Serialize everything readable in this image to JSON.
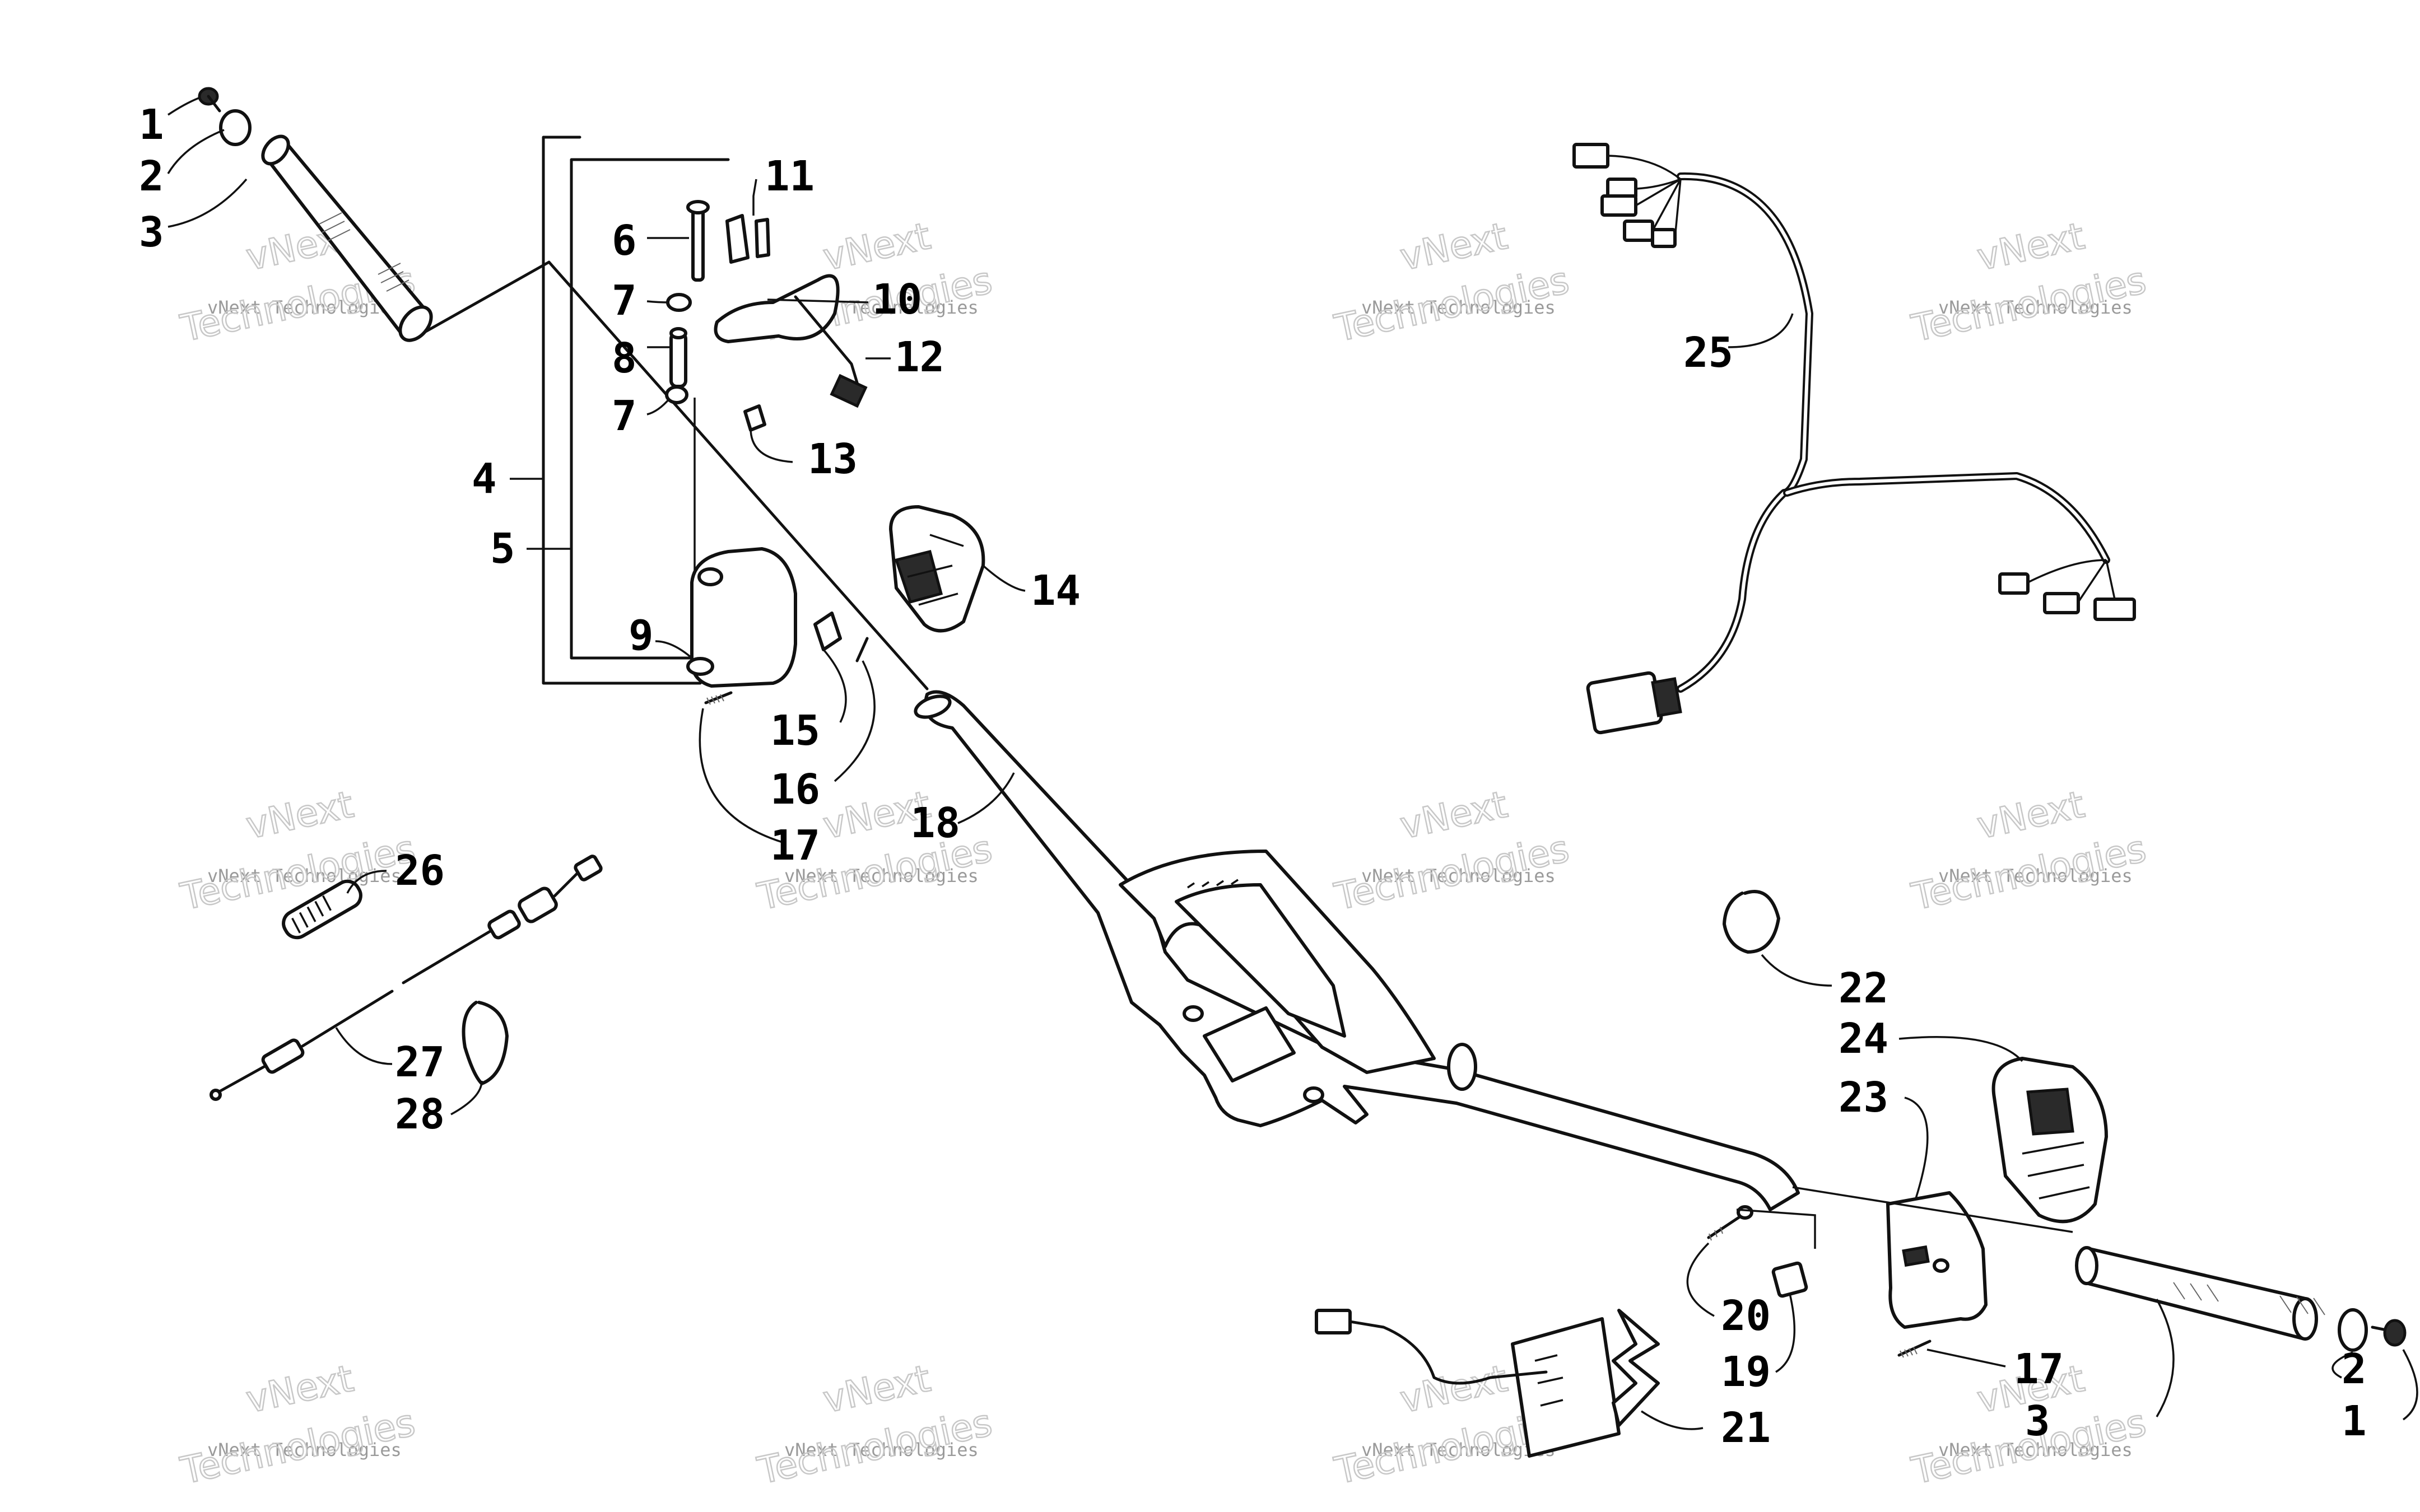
{
  "callouts": [
    {
      "id": "c1a",
      "text": "1"
    },
    {
      "id": "c2a",
      "text": "2"
    },
    {
      "id": "c3a",
      "text": "3"
    },
    {
      "id": "c4",
      "text": "4"
    },
    {
      "id": "c5",
      "text": "5"
    },
    {
      "id": "c6",
      "text": "6"
    },
    {
      "id": "c7a",
      "text": "7"
    },
    {
      "id": "c8",
      "text": "8"
    },
    {
      "id": "c7b",
      "text": "7"
    },
    {
      "id": "c9",
      "text": "9"
    },
    {
      "id": "c10",
      "text": "10"
    },
    {
      "id": "c11",
      "text": "11"
    },
    {
      "id": "c12",
      "text": "12"
    },
    {
      "id": "c13",
      "text": "13"
    },
    {
      "id": "c14",
      "text": "14"
    },
    {
      "id": "c15",
      "text": "15"
    },
    {
      "id": "c16",
      "text": "16"
    },
    {
      "id": "c17a",
      "text": "17"
    },
    {
      "id": "c18",
      "text": "18"
    },
    {
      "id": "c25",
      "text": "25"
    },
    {
      "id": "c26",
      "text": "26"
    },
    {
      "id": "c27",
      "text": "27"
    },
    {
      "id": "c28",
      "text": "28"
    },
    {
      "id": "c22",
      "text": "22"
    },
    {
      "id": "c24",
      "text": "24"
    },
    {
      "id": "c23",
      "text": "23"
    },
    {
      "id": "c20",
      "text": "20"
    },
    {
      "id": "c19",
      "text": "19"
    },
    {
      "id": "c21",
      "text": "21"
    },
    {
      "id": "c17b",
      "text": "17"
    },
    {
      "id": "c3b",
      "text": "3"
    },
    {
      "id": "c2b",
      "text": "2"
    },
    {
      "id": "c1b",
      "text": "1"
    }
  ],
  "watermark": {
    "line1": "vNext",
    "line2": "vNext Technologies",
    "line3": "Technologies"
  }
}
